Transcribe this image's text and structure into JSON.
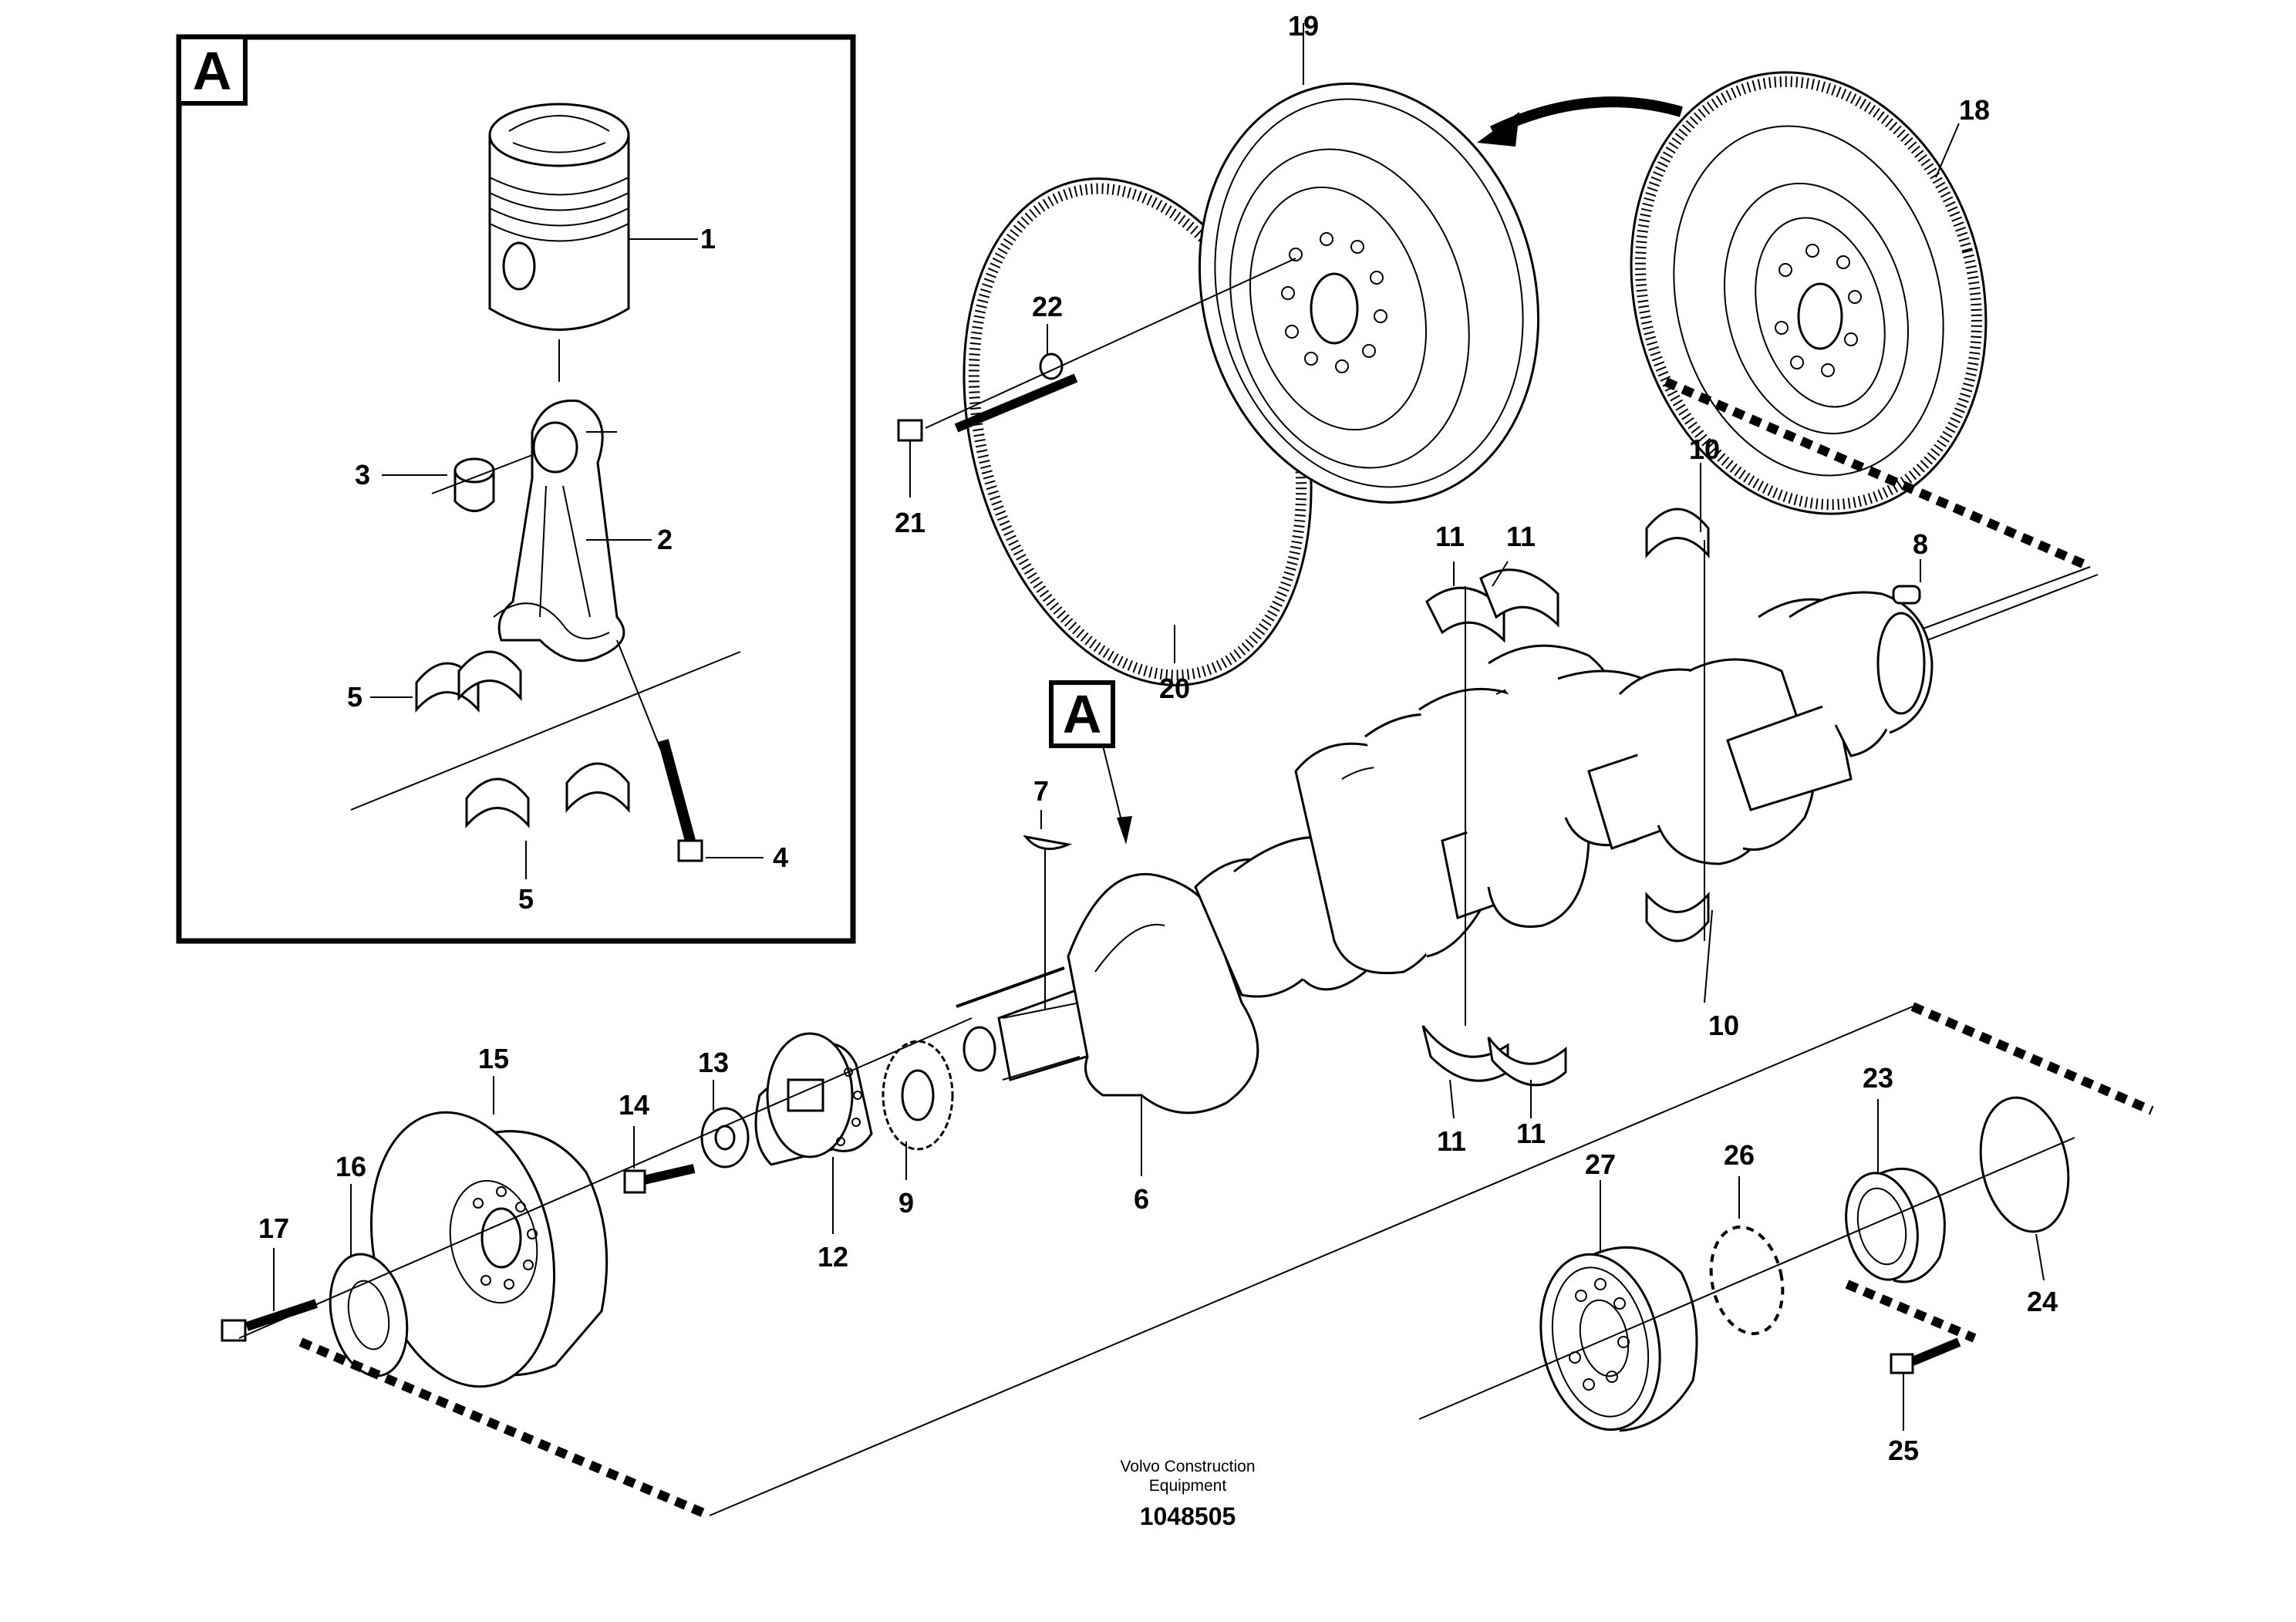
{
  "drawing": {
    "detail_label": "A",
    "callout_label": "A",
    "publisher_line1": "Volvo Construction",
    "publisher_line2": "Equipment",
    "drawing_number": "1048505"
  },
  "callouts": {
    "p1": "1",
    "p2": "2",
    "p3": "3",
    "p4": "4",
    "p5a": "5",
    "p5b": "5",
    "p6": "6",
    "p7": "7",
    "p8": "8",
    "p9": "9",
    "p10a": "10",
    "p10b": "10",
    "p11a": "11",
    "p11b": "11",
    "p11c": "11",
    "p11d": "11",
    "p12": "12",
    "p13": "13",
    "p14": "14",
    "p15": "15",
    "p16": "16",
    "p17": "17",
    "p18": "18",
    "p19": "19",
    "p20": "20",
    "p21": "21",
    "p22": "22",
    "p23": "23",
    "p24": "24",
    "p25": "25",
    "p26": "26",
    "p27": "27"
  }
}
